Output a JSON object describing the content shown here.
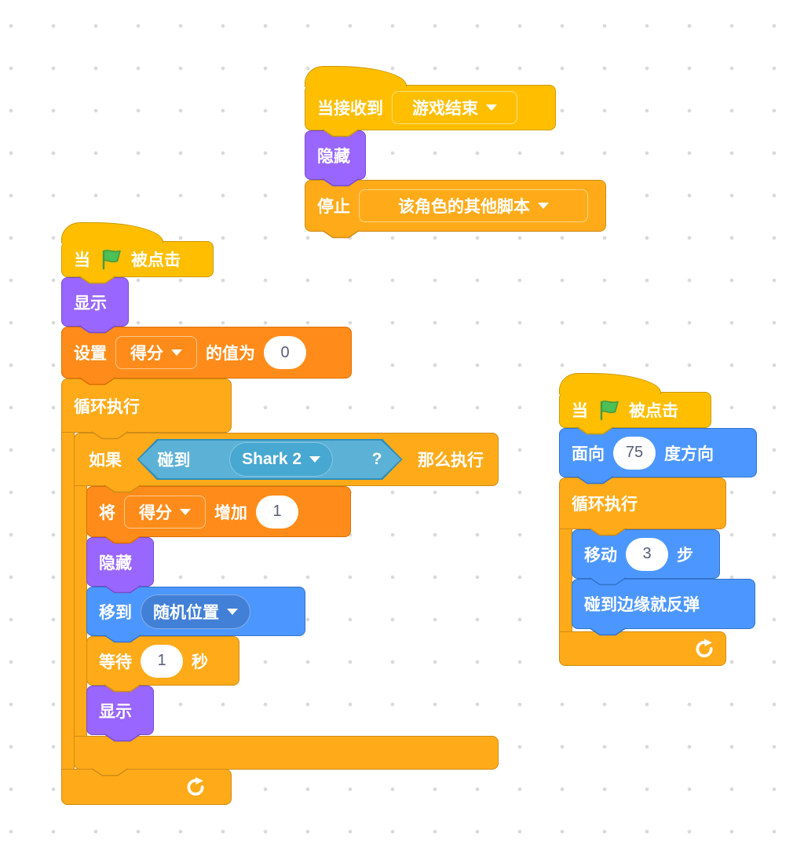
{
  "workspace": {
    "background": "#ffffff",
    "dot_color": "#d9d9d9"
  },
  "palette": {
    "events": {
      "fill": "#FFBF00",
      "stroke": "#CC9900"
    },
    "control": {
      "fill": "#FFAB19",
      "stroke": "#CF8B17"
    },
    "looks": {
      "fill": "#9966FF",
      "stroke": "#774DCB"
    },
    "variables": {
      "fill": "#FF8C1A",
      "stroke": "#DB6E00"
    },
    "motion": {
      "fill": "#4C97FF",
      "stroke": "#3373CC",
      "field": "#4280D7"
    },
    "sensing": {
      "fill": "#5CB1D6",
      "stroke": "#2E8EB8",
      "field": "#47A8D1"
    },
    "flag_green": "#4CBF56"
  },
  "scripts": {
    "receive": {
      "hat_prefix": "当接收到",
      "broadcast": "游戏结束",
      "hide": "隐藏",
      "stop_label": "停止",
      "stop_option": "该角色的其他脚本"
    },
    "main": {
      "hat_when": "当",
      "hat_suffix": "被点击",
      "show": "显示",
      "set_label": "设置",
      "set_var": "得分",
      "set_mid": "的值为",
      "set_value": "0",
      "forever": "循环执行",
      "if_label": "如果",
      "touching": "碰到",
      "touch_target": "Shark 2",
      "question": "?",
      "then_label": "那么执行",
      "change_label": "将",
      "change_var": "得分",
      "change_mid": "增加",
      "change_value": "1",
      "hide": "隐藏",
      "goto_label": "移到",
      "goto_target": "随机位置",
      "wait_label": "等待",
      "wait_value": "1",
      "wait_unit": "秒",
      "show2": "显示"
    },
    "mover": {
      "hat_when": "当",
      "hat_suffix": "被点击",
      "point_label": "面向",
      "point_value": "75",
      "point_suffix": "度方向",
      "forever": "循环执行",
      "move_label": "移动",
      "move_value": "3",
      "move_suffix": "步",
      "bounce": "碰到边缘就反弹"
    }
  }
}
